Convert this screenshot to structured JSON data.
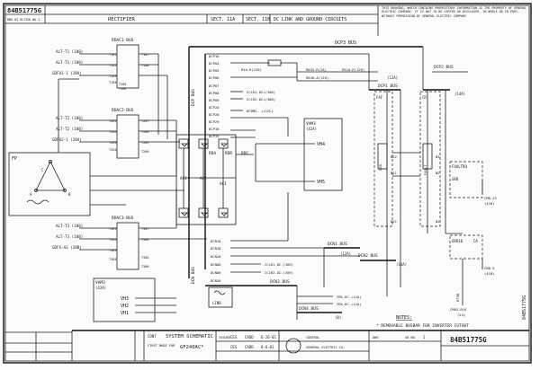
{
  "title_block": {
    "drawing_number_top": "84B51775G",
    "top_sub_left": "DWG 84 BL72",
    "top_sub_right": "SH.NO.1",
    "drawing_number_bottom": "84B51775G",
    "title_line1": "SYSTEM SCHEMATIC",
    "title_line2": "GF240AC*",
    "first_made_for": "FIRST MADE FOR",
    "issued_label": "ISSUED",
    "cont_label": "CONT",
    "company": "GENERAL ELECTRIC CO.",
    "department": "CONTROL",
    "dwg_label": "DWG",
    "sh_label": "SH.NO.",
    "sheet_number": "1",
    "right_vertical": "84B51775G",
    "rev_rows": [
      {
        "code": "CES",
        "who": "CADD",
        "date": "6-26-01"
      },
      {
        "code": "CES",
        "who": "CADD",
        "date": "8-6-01"
      }
    ],
    "notice": "THIS DRAWING, WHICH CONTAINS PROPRIETARY INFORMATION IS THE PROPERTY OF GENERAL ELECTRIC COMPANY. IT IS NOT TO BE COPIED OR DISCLOSED, IN WHOLE OR IN PART, WITHOUT PERMISSION OF GENERAL ELECTRIC COMPANY."
  },
  "sections": {
    "rectifier": "RECTIFIER",
    "sect_11a": "SECT. 11A",
    "sect_11b": "SECT. 11B",
    "dc_link": "DC LINK AND GROUND CIRCUITS"
  },
  "notes": {
    "label": "NOTES:",
    "note1": "* REMOVABLE BUSBAR FOR INVERTER CUTOUT"
  },
  "buses": {
    "dcp3": "DCP3 BUS",
    "dcp1": "DCP1 BUS",
    "dcp2": "DCP2 BUS",
    "dcp_vert": "DCP BUS",
    "dcn_vert": "DCN BUS",
    "dcn3": "DCN3 BUS",
    "dcn1": "DCN1 BUS",
    "dcn2": "DCN2 BUS",
    "dcn4": "DCN4 BUS"
  },
  "rectifier_inputs": [
    {
      "group": "RDAC1-BUS",
      "alt": "ALT-T1 (108)",
      "alt2": "ALT-T1 (108)",
      "gdf": "GDFU1-1 (28A)",
      "terms": [
        "T101",
        "T102",
        "T103",
        "T104",
        "T105",
        "T106",
        "T107",
        "T108"
      ]
    },
    {
      "group": "RDAC2-BUS",
      "alt": "ALT-T2 (108)",
      "alt2": "ALT-T2 (108)",
      "gdf": "GDFU2-1 (28A)",
      "terms": [
        "T201",
        "T202",
        "T203",
        "T204",
        "T205",
        "T206",
        "T207",
        "T208"
      ]
    },
    {
      "group": "RDAC3-BUS",
      "alt": "ALT-T3 (108)",
      "alt2": "ALT-T3 (108)",
      "gdf": "GDFS-A3 (28B)",
      "terms": [
        "T301",
        "T302",
        "T303",
        "T304",
        "T305",
        "T306",
        "T307",
        "T308"
      ]
    }
  ],
  "dc_outputs": [
    "DCP04",
    "DCP05",
    "DCP06",
    "DCP07",
    "DCP08",
    "DCP09",
    "DCP10",
    "DCP20",
    "DCP28",
    "DCP29",
    "DCP16",
    "DCP15"
  ],
  "dc_signals": {
    "r2a": "R2A-R(120)",
    "r033": "R033-R(2A)",
    "r040": "R040-A(120)",
    "r51a": "R51A-R(120)",
    "r2b": "R2B-A(120)",
    "cclr1": "CCLR1-DC+(308)",
    "cclr2": "CCLR2-DC+(308)",
    "dcdm2": "DCDM2- +(12C)",
    "cclr1n": "CCLR1-DC-(309)",
    "cclr2n": "CCLR2-DC-(309)",
    "cm1": "CM1-DC-(12A)",
    "cm2": "CM2-DC-(12A)",
    "cm03": "CM03-BLK",
    "cm03b": "(24)",
    "cm8": "CM8-9",
    "cm8b": "(41B)",
    "cm23": "CM8-23",
    "cm23b": "(41B)",
    "dcp1_14a": "(14A)",
    "dcp1_12a": "(12A)",
    "dcn1_14a": "(14A)",
    "dcn1_12a": "(12A)",
    "ds_8": "(8)"
  },
  "dcn_rows": [
    "DCN10",
    "DCN18",
    "DCN20",
    "DCN08",
    "DCN06",
    "DCN36"
  ],
  "vam_top": {
    "name": "VAM3",
    "sub": "(42A)",
    "vh4": "VH4",
    "vh5": "VH5"
  },
  "vam_bot": {
    "name": "VAM3",
    "sub": "(42A)",
    "vh3": "VH3",
    "vh2": "VH2",
    "vh1": "VH1"
  },
  "rda": {
    "a": "RDA",
    "b": "RDR",
    "c": "RDC",
    "ac1": "AC1",
    "ac2": "AC2",
    "ac3": "AC3",
    "linr": "LINR"
  },
  "fp": {
    "label": "FP",
    "a": "A",
    "b": "B",
    "c": "C"
  },
  "right_boxes": {
    "faf": "FAF",
    "gsr": "GSR",
    "fault": "FAULT",
    "faultrq": "FAULTRQ",
    "grr": "GRR",
    "grr10": "GRR10",
    "ca": "CA",
    "g2": "CR",
    "rt": "RT4R"
  },
  "misc_labels": {
    "k1": "N22",
    "k2": "N3",
    "k3": "N21",
    "k4": "N2",
    "k5": "N21",
    "k6": "N2",
    "k7": "R",
    "vc": "VC",
    "vcn": "VCN",
    "fp_ring": "FP"
  }
}
